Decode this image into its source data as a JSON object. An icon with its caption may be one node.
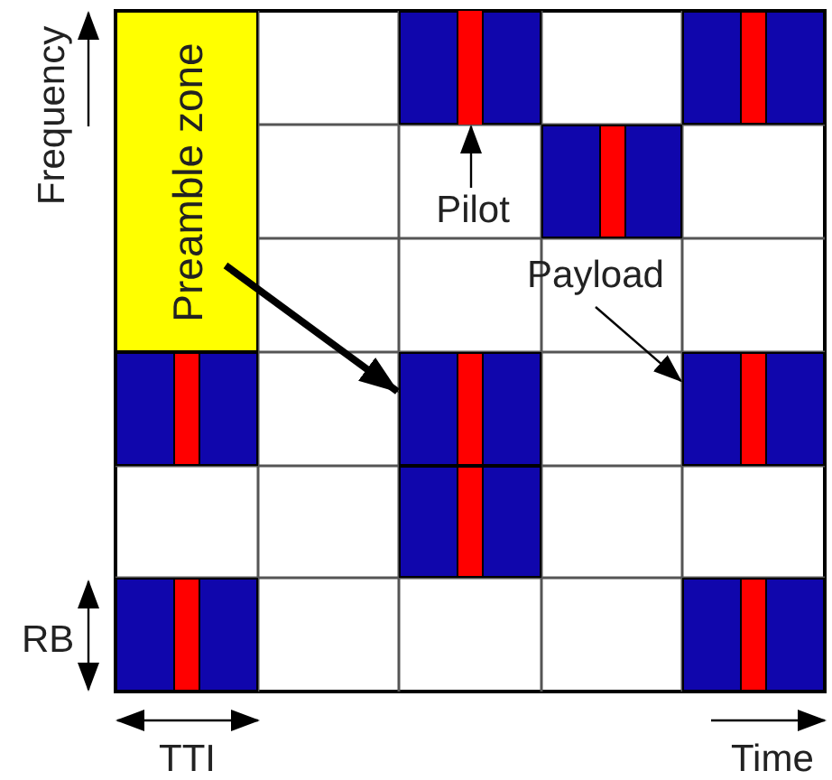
{
  "diagram": {
    "nodes": [
      {
        "text": [
          "Preamble zone"
        ]
      },
      {
        "text": [],
        "shape": "box"
      },
      {
        "text": [],
        "shape": "bar",
        "in": 1
      },
      {
        "text": [],
        "shape": "box"
      },
      {
        "text": [],
        "shape": "box"
      },
      {
        "text": [
          "Pilot"
        ]
      },
      {
        "text": [
          "Payload"
        ]
      },
      {
        "text": [],
        "shape": "box"
      },
      {
        "text": [],
        "shape": "box"
      },
      {
        "text": [],
        "shape": "box"
      },
      {
        "text": [],
        "shape": "box"
      },
      {
        "text": [],
        "shape": "box"
      },
      {
        "text": [],
        "shape": "box"
      }
    ],
    "edges": [
      {
        "from": 0,
        "to": 8,
        "arrow": "to",
        "style": "thick"
      },
      {
        "from": 5,
        "to": 2,
        "arrow": "to"
      },
      {
        "from": 6,
        "to": 9,
        "arrow": "to"
      }
    ],
    "labels": [
      "Frequency",
      "RB",
      "TTI",
      "Time"
    ]
  }
}
